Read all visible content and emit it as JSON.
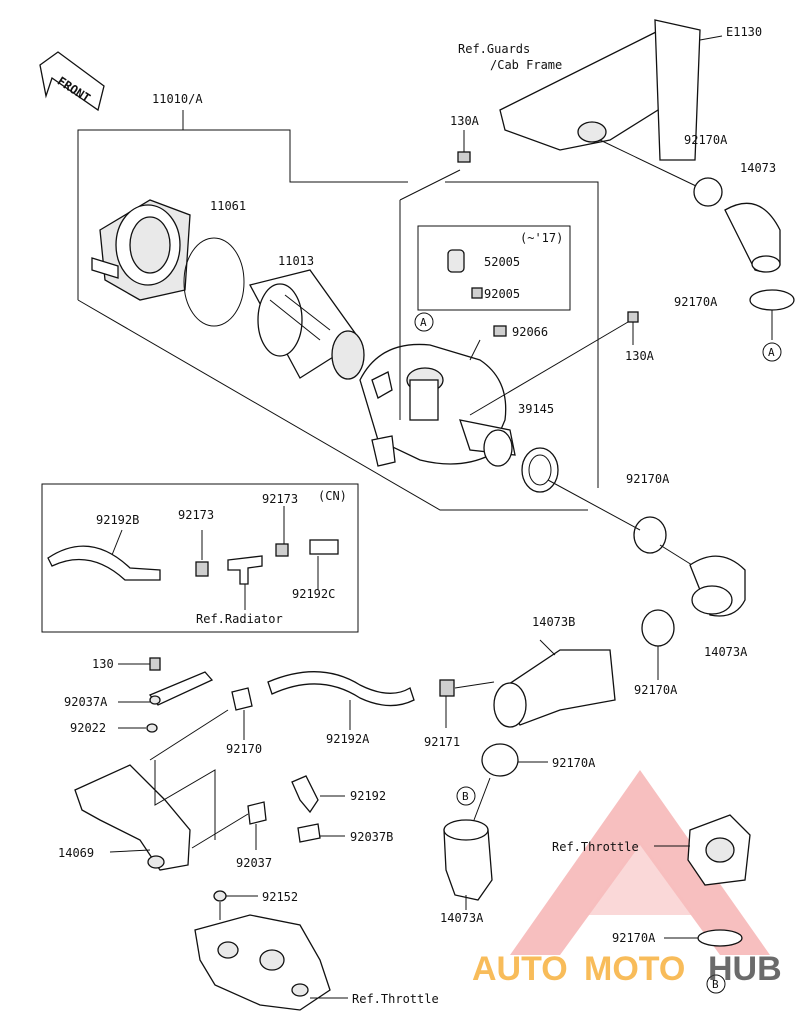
{
  "front_label": "FRONT",
  "callouts": {
    "c_11010A": "11010/A",
    "c_11061": "11061",
    "c_11013": "11013",
    "c_130A_top": "130A",
    "c_130A_mid": "130A",
    "c_note17": "(~'17)",
    "c_52005": "52005",
    "c_92005": "92005",
    "c_92066": "92066",
    "c_39145": "39145",
    "c_E1130": "E1130",
    "c_refguards1": "Ref.Guards",
    "c_refguards2": "/Cab Frame",
    "c_92170A_1": "92170A",
    "c_14073": "14073",
    "c_92170A_2": "92170A",
    "c_92170A_3": "92170A",
    "c_14073A_1": "14073A",
    "c_92170A_4": "92170A",
    "c_14073B": "14073B",
    "c_92170A_5": "92170A",
    "c_14073A_2": "14073A",
    "c_92170A_6": "92170A",
    "c_cn": "(CN)",
    "c_92192B": "92192B",
    "c_92173_1": "92173",
    "c_92173_2": "92173",
    "c_92192C": "92192C",
    "c_refradiator": "Ref.Radiator",
    "c_130": "130",
    "c_92037A": "92037A",
    "c_92022": "92022",
    "c_92170": "92170",
    "c_92192A": "92192A",
    "c_92171": "92171",
    "c_92192": "92192",
    "c_92037B": "92037B",
    "c_92037": "92037",
    "c_14069": "14069",
    "c_92152": "92152",
    "c_refthrottle1": "Ref.Throttle",
    "c_refthrottle2": "Ref.Throttle",
    "c_A1": "A",
    "c_A2": "A",
    "c_B1": "B",
    "c_B2": "B"
  },
  "watermark": {
    "part1": "AUTO",
    "part2": "MOTO",
    "part3": "HUB",
    "color_orange": "#f6a623",
    "color_red": "#e83a3a",
    "color_dark": "#3a3a3a"
  }
}
